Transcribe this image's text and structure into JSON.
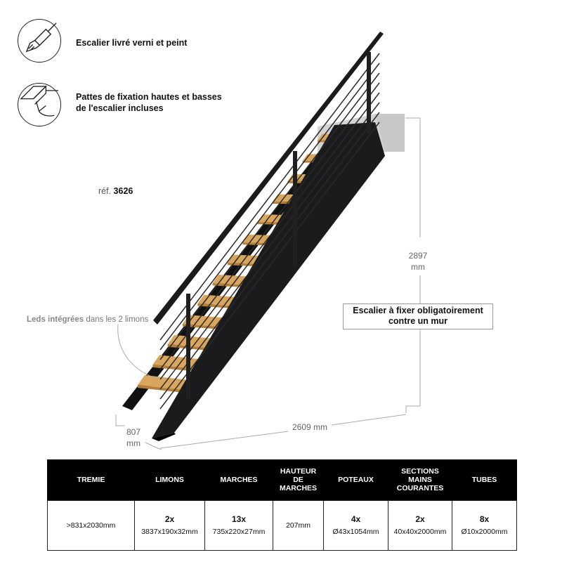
{
  "features": [
    {
      "icon": "paintbrush-icon",
      "text": "Escalier livré verni et peint"
    },
    {
      "icon": "mounting-bracket-icon",
      "line1": "Pattes de fixation hautes et basses",
      "line2": "de l'escalier incluses"
    }
  ],
  "reference": {
    "prefix": "réf.",
    "number": "3626"
  },
  "leds": {
    "bold": "Leds intégrées",
    "rest": "dans les 2 limons"
  },
  "dimensions": {
    "height_value": "2897",
    "height_unit": "mm",
    "width_value": "807",
    "width_unit": "mm",
    "length": "2609 mm"
  },
  "notice": {
    "line1": "Escalier à fixer obligatoirement",
    "line2": "contre un mur"
  },
  "table": {
    "headers": [
      {
        "lines": [
          "TREMIE"
        ]
      },
      {
        "lines": [
          "LIMONS"
        ]
      },
      {
        "lines": [
          "MARCHES"
        ]
      },
      {
        "lines": [
          "HAUTEUR",
          "DE MARCHES"
        ]
      },
      {
        "lines": [
          "POTEAUX"
        ]
      },
      {
        "lines": [
          "SECTIONS",
          "MAINS",
          "COURANTES"
        ]
      },
      {
        "lines": [
          "TUBES"
        ]
      }
    ],
    "cells": [
      {
        "count": "",
        "size": ">831x2030mm"
      },
      {
        "count": "2x",
        "size": "3837x190x32mm"
      },
      {
        "count": "13x",
        "size": "735x220x27mm"
      },
      {
        "count": "",
        "size": "207mm"
      },
      {
        "count": "4x",
        "size": "Ø43x1054mm"
      },
      {
        "count": "2x",
        "size": "40x40x2000mm"
      },
      {
        "count": "8x",
        "size": "Ø10x2000mm"
      }
    ]
  },
  "colors": {
    "steel": "#1b1b1d",
    "wood": "#d9a65f",
    "wall": "#d4d4d4"
  },
  "steps_count": 13
}
